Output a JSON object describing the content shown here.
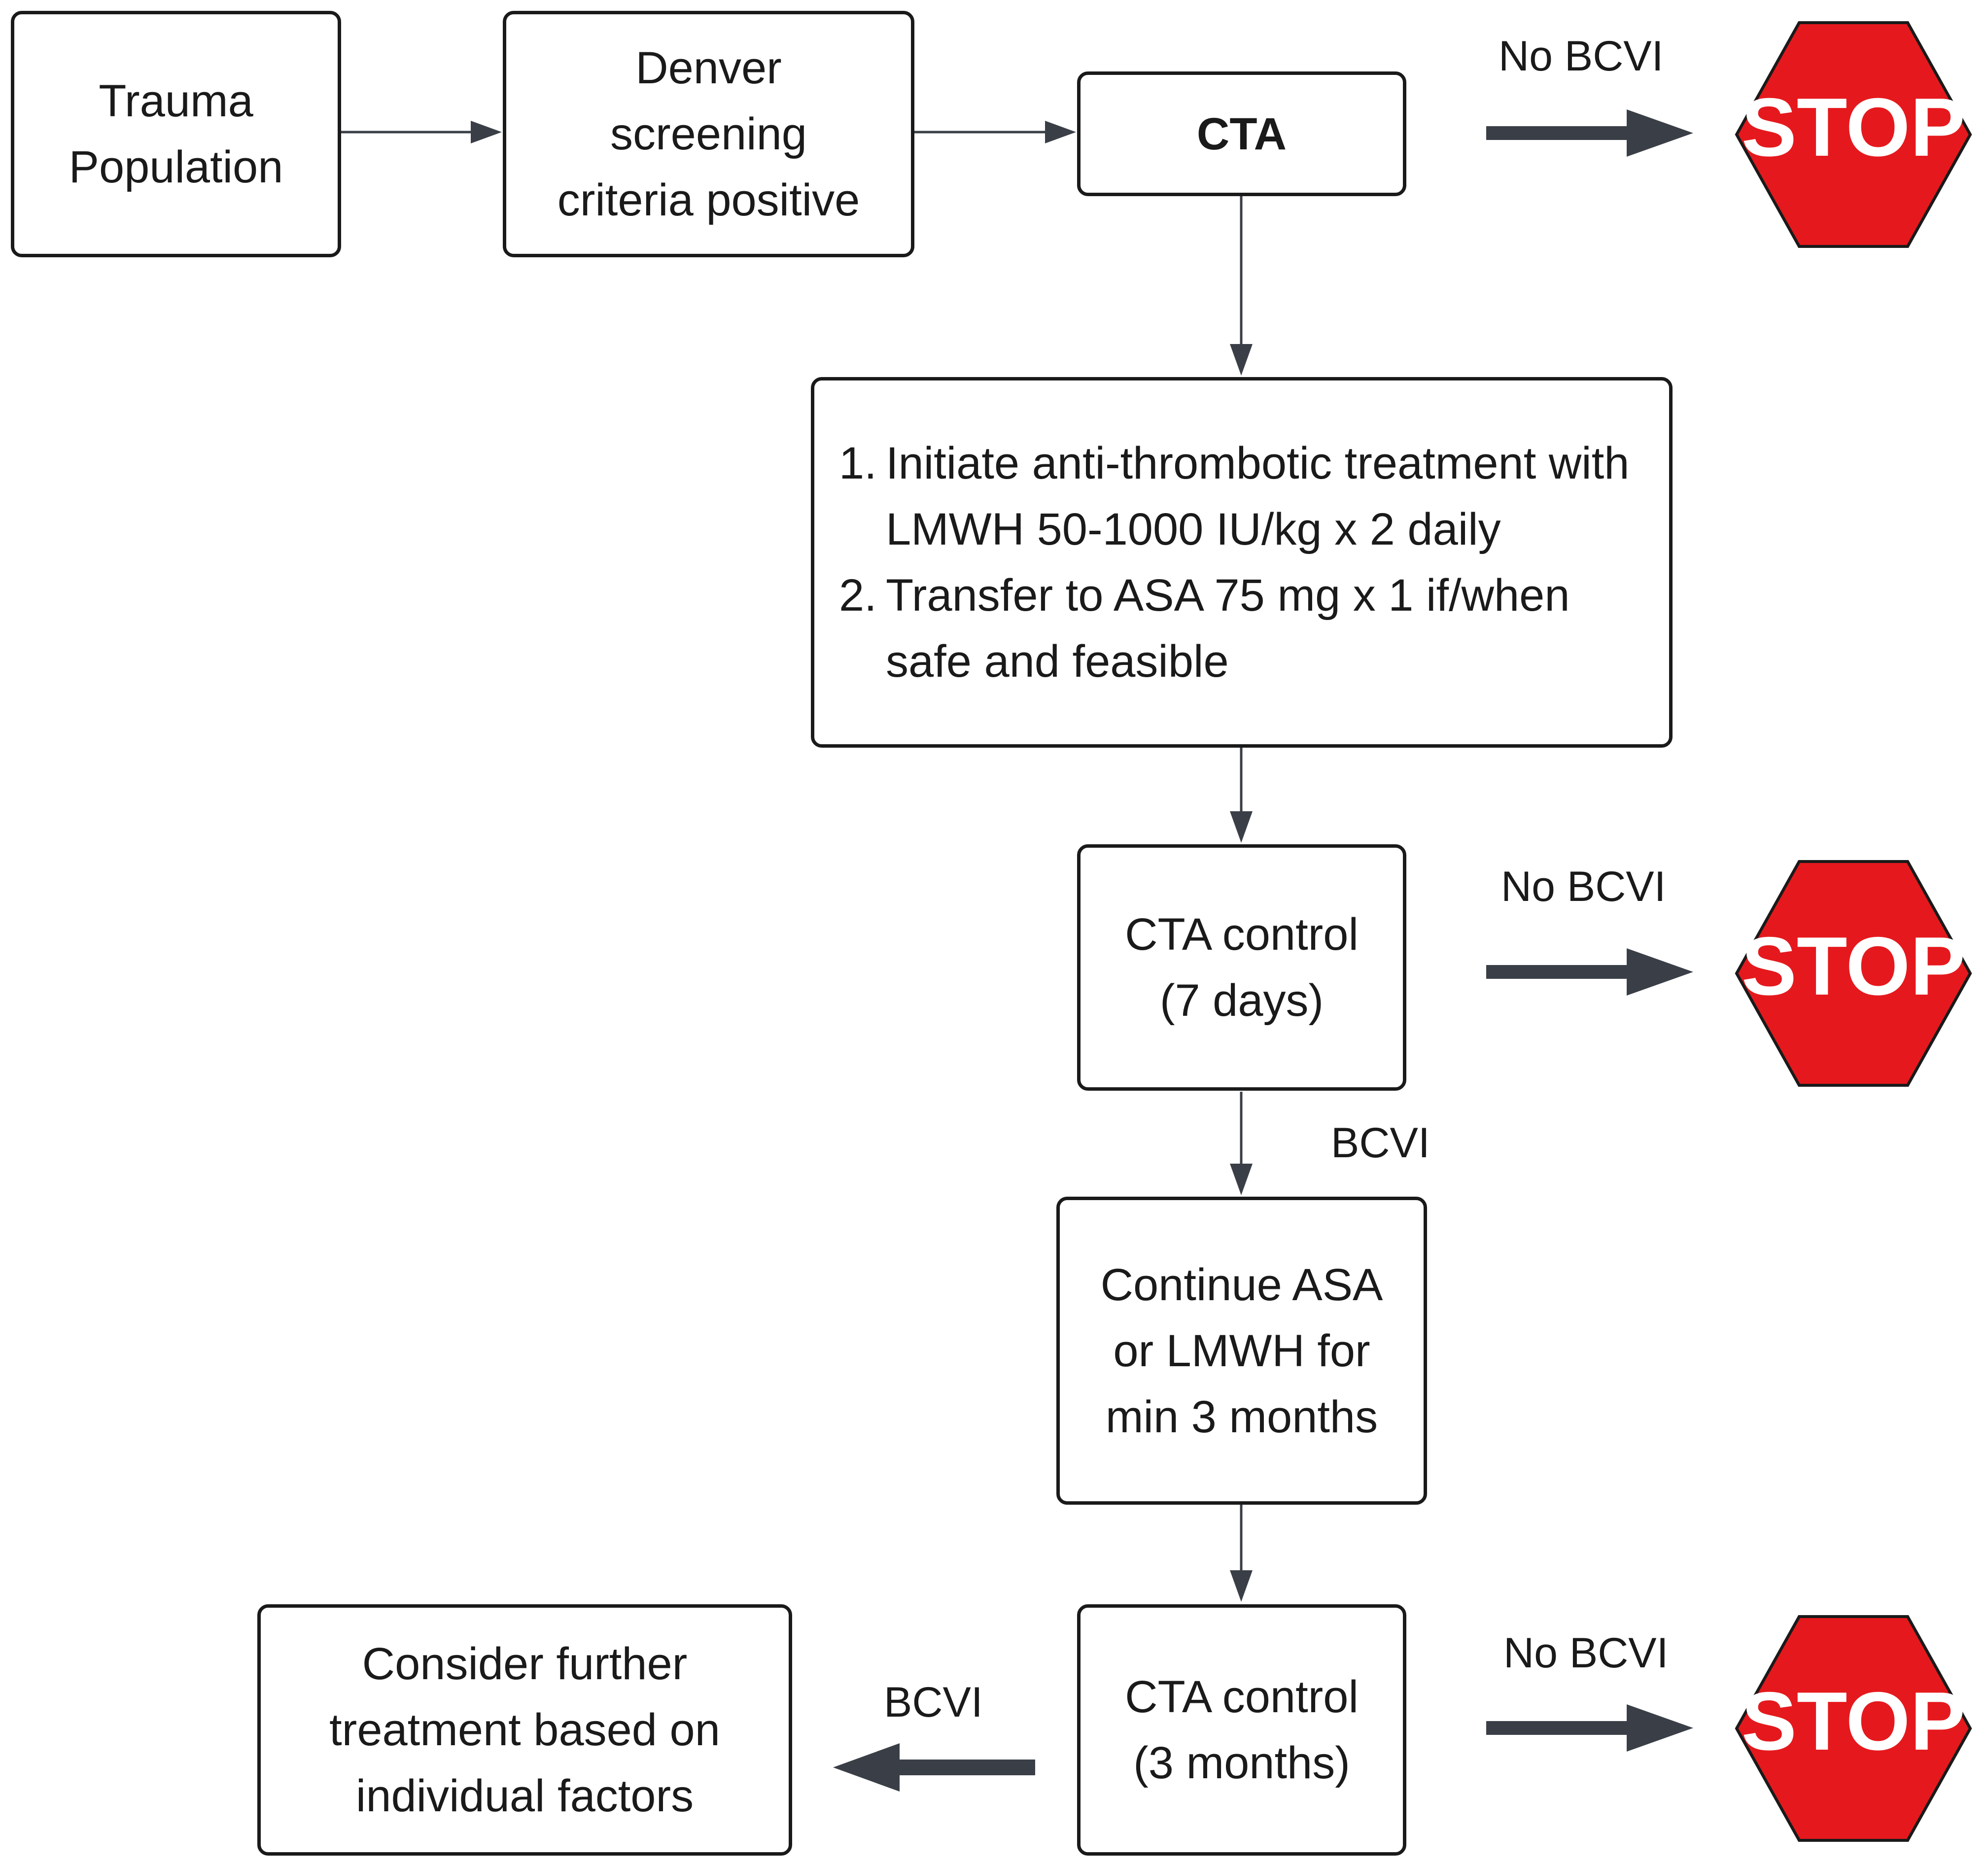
{
  "nodes": {
    "trauma_population": "Trauma\nPopulation",
    "denver_screening": "Denver\nscreening\ncriteria positive",
    "cta": "CTA",
    "treatment": {
      "items": [
        {
          "num": "1.",
          "text": "Initiate anti-thrombotic treatment with LMWH 50-1000 IU/kg x 2 daily"
        },
        {
          "num": "2.",
          "text": "Transfer to ASA 75 mg x 1 if/when safe and feasible"
        }
      ]
    },
    "cta_control_7": "CTA control\n(7 days)",
    "continue_therapy": "Continue ASA\nor LMWH for\nmin 3 months",
    "cta_control_3m": "CTA control\n(3 months)",
    "further_treatment": "Consider further\ntreatment based on\nindividual factors"
  },
  "labels": {
    "no_bcvi_1": "No BCVI",
    "no_bcvi_2": "No BCVI",
    "no_bcvi_3": "No BCVI",
    "bcvi_down": "BCVI",
    "bcvi_left": "BCVI"
  },
  "stop_sign": {
    "text": "STOP",
    "fill": "#e5191d",
    "text_color": "#ffffff"
  },
  "colors": {
    "arrow": "#3a3f47",
    "border": "#1a1a1a"
  }
}
